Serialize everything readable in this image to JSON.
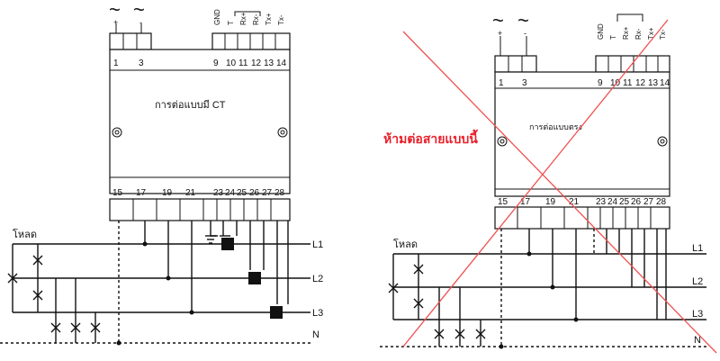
{
  "left_diagram": {
    "supply_symbols": [
      "~",
      "~"
    ],
    "supply_signs": [
      "+",
      "-"
    ],
    "top_terminals": [
      "1",
      "3"
    ],
    "comm_terminal_labels": [
      "GND",
      "T",
      "Rx+",
      "Rx-",
      "Tx+",
      "Tx-"
    ],
    "comm_terminals": [
      "9",
      "10",
      "11",
      "12",
      "13",
      "14"
    ],
    "device_label": "การต่อแบบมี CT",
    "bottom_terminals": [
      "15",
      "17",
      "19",
      "21",
      "23",
      "24",
      "25",
      "26",
      "27",
      "28"
    ],
    "load_label": "โหลด",
    "lines": [
      "L1",
      "L2",
      "L3",
      "N"
    ]
  },
  "right_diagram": {
    "supply_symbols": [
      "~",
      "~"
    ],
    "supply_signs": [
      "+",
      "-"
    ],
    "top_terminals": [
      "1",
      "3"
    ],
    "comm_terminal_labels": [
      "GND",
      "T",
      "Rx+",
      "Rx-",
      "Tx+",
      "Tx-"
    ],
    "comm_terminals": [
      "9",
      "10",
      "11",
      "12",
      "13",
      "14"
    ],
    "device_label": "การต่อแบบตรง",
    "warning": "ห้ามต่อสายแบบนี้",
    "bottom_terminals": [
      "15",
      "17",
      "19",
      "21",
      "23",
      "24",
      "25",
      "26",
      "27",
      "28"
    ],
    "load_label": "โหลด",
    "lines": [
      "L1",
      "L2",
      "L3",
      "N"
    ]
  },
  "colors": {
    "ink": "#111111",
    "warning": "#e8202a",
    "cross": "#f05050"
  }
}
